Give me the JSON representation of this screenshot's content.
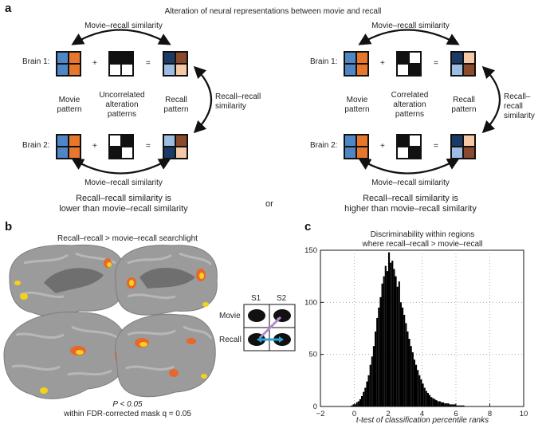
{
  "panel_a": {
    "letter": "a",
    "title": "Alteration of neural representations between movie and recall",
    "left": {
      "top_arrow_label": "Movie–recall similarity",
      "bottom_arrow_label": "Movie–recall similarity",
      "side_arrow_label_line1": "Recall–recall",
      "side_arrow_label_line2": "similarity",
      "brain1": "Brain 1:",
      "brain2": "Brain 2:",
      "col1_line1": "Movie",
      "col1_line2": "pattern",
      "col2_line1": "Uncorrelated",
      "col2_line2": "alteration",
      "col2_line3": "patterns",
      "col3_line1": "Recall",
      "col3_line2": "pattern",
      "plus": "+",
      "equals": "=",
      "conclusion_line1": "Recall–recall similarity is",
      "conclusion_line2": "lower than movie–recall similarity"
    },
    "or": "or",
    "right": {
      "top_arrow_label": "Movie–recall similarity",
      "bottom_arrow_label": "Movie–recall similarity",
      "side_arrow_label_line1": "Recall–recall",
      "side_arrow_label_line2": "similarity",
      "brain1": "Brain 1:",
      "brain2": "Brain 2:",
      "col1_line1": "Movie",
      "col1_line2": "pattern",
      "col2_line1": "Correlated",
      "col2_line2": "alteration",
      "col2_line3": "patterns",
      "col3_line1": "Recall",
      "col3_line2": "pattern",
      "plus": "+",
      "equals": "=",
      "conclusion_line1": "Recall–recall similarity is",
      "conclusion_line2": "higher than movie–recall similarity"
    }
  },
  "panel_b": {
    "letter": "b",
    "title": "Recall–recall > movie–recall searchlight",
    "inset_s1": "S1",
    "inset_s2": "S2",
    "inset_movie": "Movie",
    "inset_recall": "Recall",
    "stat_line1": "P < 0.05",
    "stat_line2": "within FDR-corrected mask q = 0.05"
  },
  "panel_c": {
    "letter": "c",
    "title_line1": "Discriminability within regions",
    "title_line2": "where recall–recall > movie–recall",
    "xlabel": "t-test of classification percentile ranks",
    "x_ticks": [
      "−2",
      "0",
      "2",
      "4",
      "6",
      "8",
      "10"
    ],
    "y_ticks": [
      "0",
      "50",
      "100",
      "150"
    ]
  },
  "colors": {
    "blue_dark": "#1c3a66",
    "blue": "#4f86c6",
    "blue_light": "#9dbde3",
    "orange": "#e8772e",
    "orange_light": "#f6c9a6",
    "brown": "#8b4a2b",
    "brain_gray": "#9b9b9b",
    "activation_yellow": "#f5d21a",
    "activation_orange": "#e8672a",
    "arrow_purple": "#b58ac9",
    "arrow_cyan": "#2aa6d8"
  },
  "chart_data": {
    "type": "bar",
    "title": "Discriminability within regions where recall–recall > movie–recall",
    "xlabel": "t-test of classification percentile ranks",
    "ylabel": "",
    "xlim": [
      -2,
      10
    ],
    "ylim": [
      0,
      150
    ],
    "grid": true,
    "bin_width": 0.1,
    "x": [
      -0.2,
      -0.1,
      0.0,
      0.1,
      0.2,
      0.3,
      0.4,
      0.5,
      0.6,
      0.7,
      0.8,
      0.9,
      1.0,
      1.1,
      1.2,
      1.3,
      1.4,
      1.5,
      1.6,
      1.7,
      1.8,
      1.9,
      2.0,
      2.1,
      2.2,
      2.3,
      2.4,
      2.5,
      2.6,
      2.7,
      2.8,
      2.9,
      3.0,
      3.1,
      3.2,
      3.3,
      3.4,
      3.5,
      3.6,
      3.7,
      3.8,
      3.9,
      4.0,
      4.1,
      4.2,
      4.3,
      4.4,
      4.5,
      4.6,
      4.7,
      4.8,
      4.9,
      5.0,
      5.1,
      5.2,
      5.3,
      5.4,
      5.5,
      5.6,
      5.7,
      5.8,
      5.9,
      6.0,
      6.1,
      6.2,
      6.3,
      6.4
    ],
    "values": [
      1,
      2,
      2,
      4,
      5,
      7,
      10,
      14,
      18,
      24,
      30,
      40,
      48,
      58,
      72,
      85,
      95,
      105,
      118,
      125,
      135,
      130,
      148,
      138,
      140,
      132,
      125,
      115,
      120,
      100,
      95,
      88,
      80,
      72,
      65,
      58,
      52,
      45,
      40,
      35,
      30,
      26,
      22,
      18,
      15,
      13,
      11,
      9,
      8,
      7,
      6,
      5,
      5,
      4,
      4,
      3,
      3,
      3,
      2,
      2,
      2,
      2,
      1,
      1,
      1,
      1,
      1
    ]
  }
}
